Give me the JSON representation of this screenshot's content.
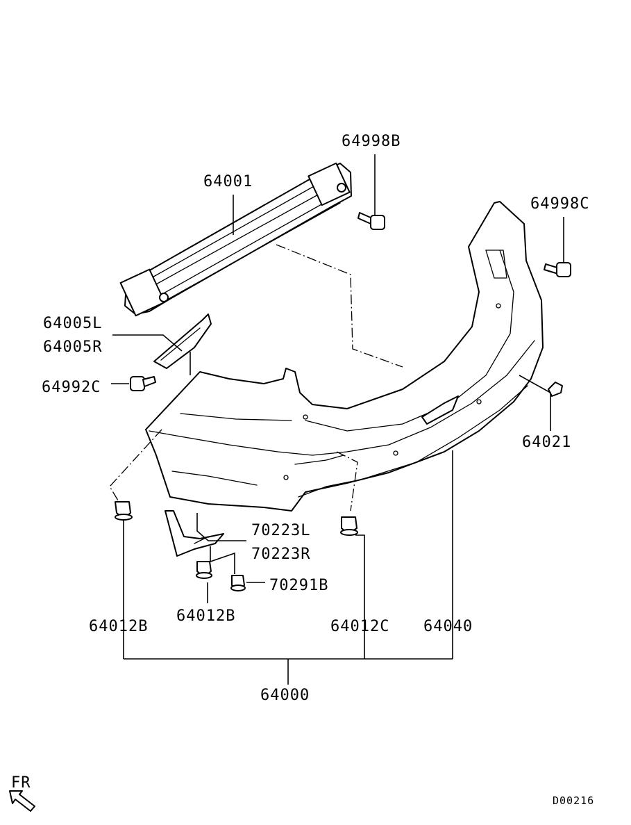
{
  "diagram": {
    "drawing_code": "D00216",
    "direction_label": "FR",
    "parts": {
      "p64998B": "64998B",
      "p64001": "64001",
      "p64998C": "64998C",
      "p64005L": "64005L",
      "p64005R": "64005R",
      "p64992C": "64992C",
      "p64021": "64021",
      "p70223L": "70223L",
      "p70223R": "70223R",
      "p70291B": "70291B",
      "p64012B_a": "64012B",
      "p64012B_b": "64012B",
      "p64012C": "64012C",
      "p64040": "64040",
      "p64000": "64000"
    }
  }
}
